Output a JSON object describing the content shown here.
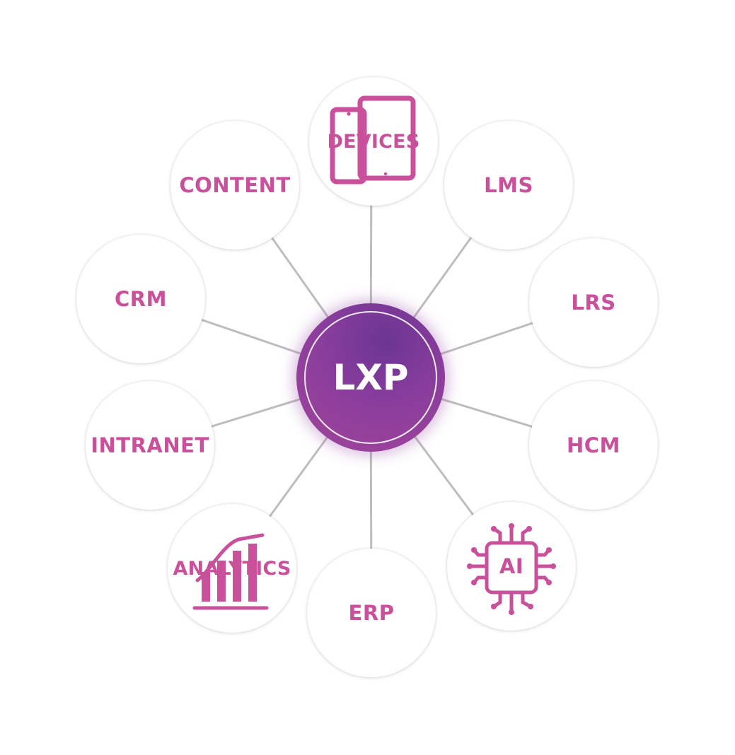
{
  "hub": {
    "label": "LXP",
    "gradient_start": "#6b3593",
    "gradient_end": "#a2459a"
  },
  "accent_color": "#c9509b",
  "connector_color": "#bdbdbd",
  "nodes": [
    {
      "id": "devices",
      "label": "DEVICES",
      "icon": "devices-icon"
    },
    {
      "id": "lms",
      "label": "LMS",
      "icon": null
    },
    {
      "id": "lrs",
      "label": "LRS",
      "icon": null
    },
    {
      "id": "hcm",
      "label": "HCM",
      "icon": null
    },
    {
      "id": "ai",
      "label": "AI",
      "icon": "chip-icon"
    },
    {
      "id": "erp",
      "label": "ERP",
      "icon": null
    },
    {
      "id": "analytics",
      "label": "ANALYTICS",
      "icon": "bar-chart-icon"
    },
    {
      "id": "intranet",
      "label": "INTRANET",
      "icon": null
    },
    {
      "id": "crm",
      "label": "CRM",
      "icon": null
    },
    {
      "id": "content",
      "label": "CONTENT",
      "icon": null
    }
  ]
}
